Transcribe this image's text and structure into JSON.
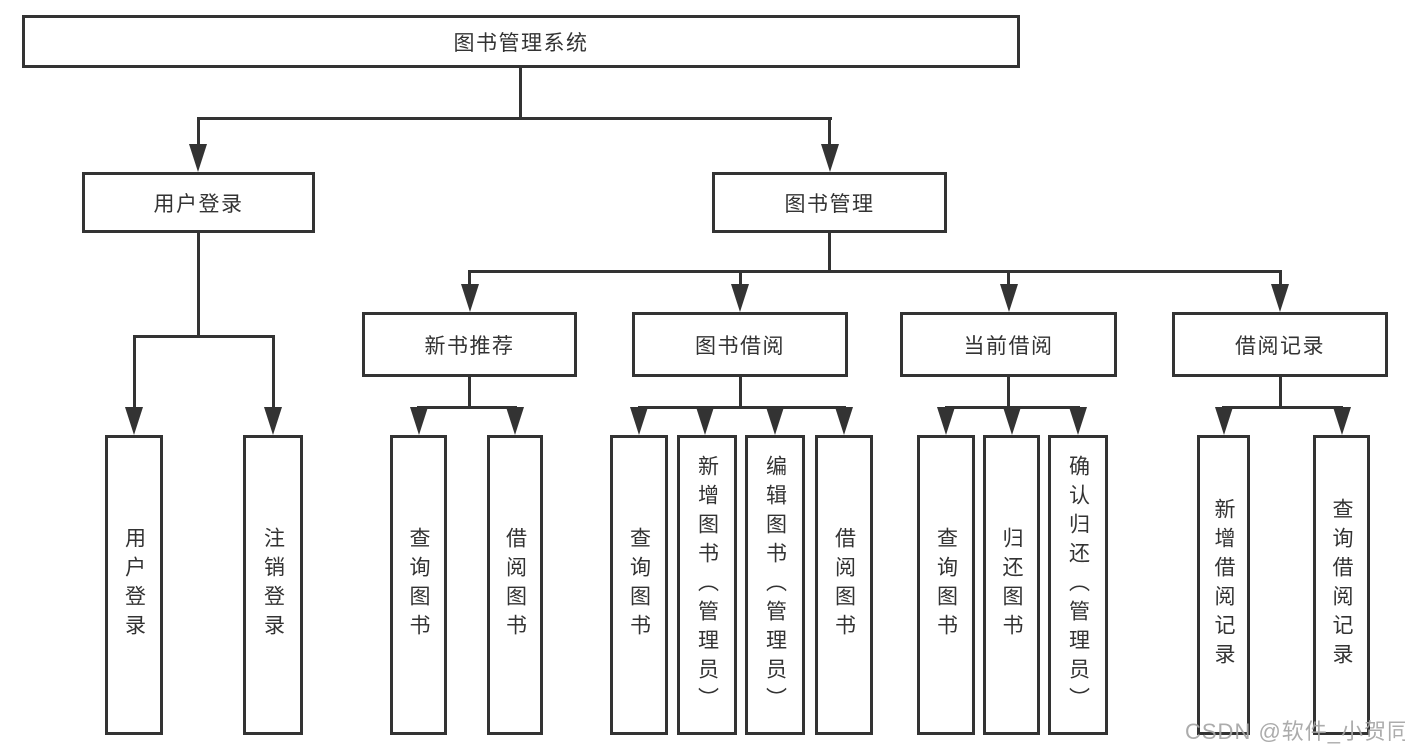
{
  "diagram": {
    "root": {
      "label": "图书管理系统"
    },
    "level2": {
      "user_login": {
        "label": "用户登录"
      },
      "book_mgmt": {
        "label": "图书管理"
      }
    },
    "level3": {
      "new_book_rec": {
        "label": "新书推荐"
      },
      "book_borrow": {
        "label": "图书借阅"
      },
      "current_borrow": {
        "label": "当前借阅"
      },
      "borrow_record": {
        "label": "借阅记录"
      }
    },
    "leaves": {
      "user_login": [
        "用户登录",
        "注销登录"
      ],
      "new_book_rec": [
        "查询图书",
        "借阅图书"
      ],
      "book_borrow": [
        "查询图书",
        "新增图书（管理员）",
        "编辑图书（管理员）",
        "借阅图书"
      ],
      "current_borrow": [
        "查询图书",
        "归还图书",
        "确认归还（管理员）"
      ],
      "borrow_record": [
        "新增借阅记录",
        "查询借阅记录"
      ]
    },
    "watermark": "CSDN @软件_小贺同学",
    "colors": {
      "line": "#333333",
      "text": "#333333",
      "watermark": "#a6a6a6",
      "background": "#ffffff"
    }
  }
}
